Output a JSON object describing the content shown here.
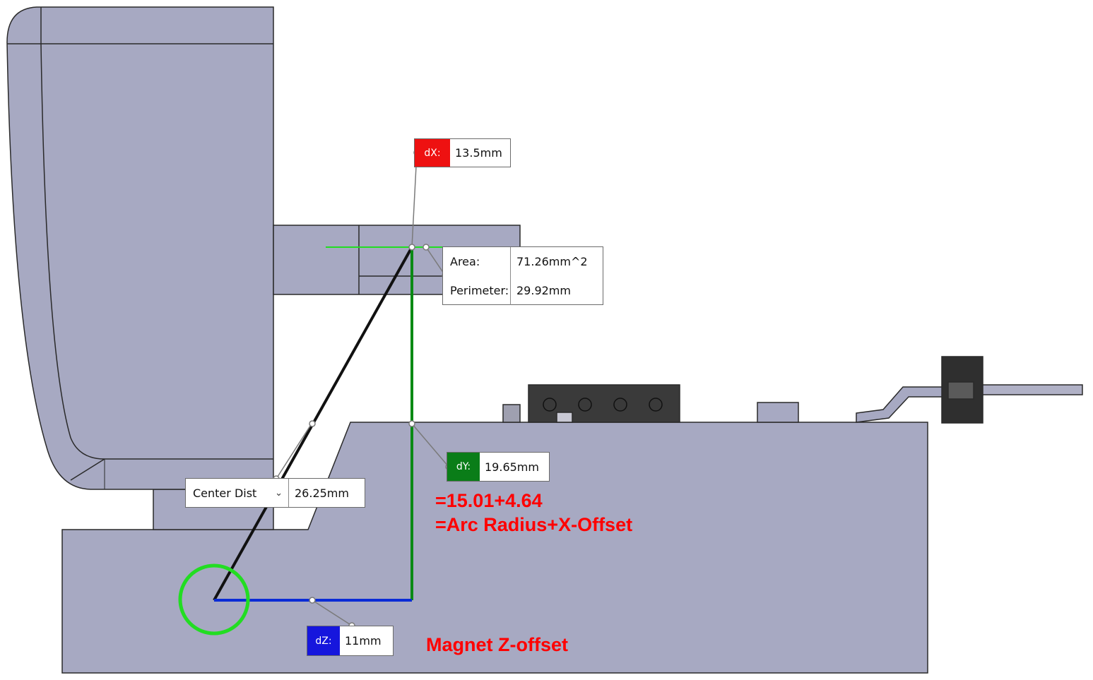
{
  "colors": {
    "part_fill": "#a7a9c2",
    "part_edge": "#2a2a2a",
    "dx_tag": "#ee1111",
    "dy_tag": "#0a7d18",
    "dz_tag": "#1616dd",
    "green_line": "#0a8a14",
    "blue_line": "#0a2bd6",
    "annotation_red": "#ff0000",
    "magnet_circle": "#22dd22"
  },
  "callouts": {
    "dx": {
      "label": "dX:",
      "value": "13.5mm"
    },
    "dy": {
      "label": "dY:",
      "value": "19.65mm"
    },
    "dz": {
      "label": "dZ:",
      "value": "11mm"
    }
  },
  "measure": {
    "area_label": "Area:",
    "area_value": "71.26mm^2",
    "perimeter_label": "Perimeter:",
    "perimeter_value": "29.92mm"
  },
  "center_dist": {
    "mode": "Center Dist",
    "value": "26.25mm"
  },
  "annotations": {
    "formula": "=15.01+4.64",
    "formula_desc": "=Arc Radius+X-Offset",
    "magnet": "Magnet Z-offset"
  }
}
